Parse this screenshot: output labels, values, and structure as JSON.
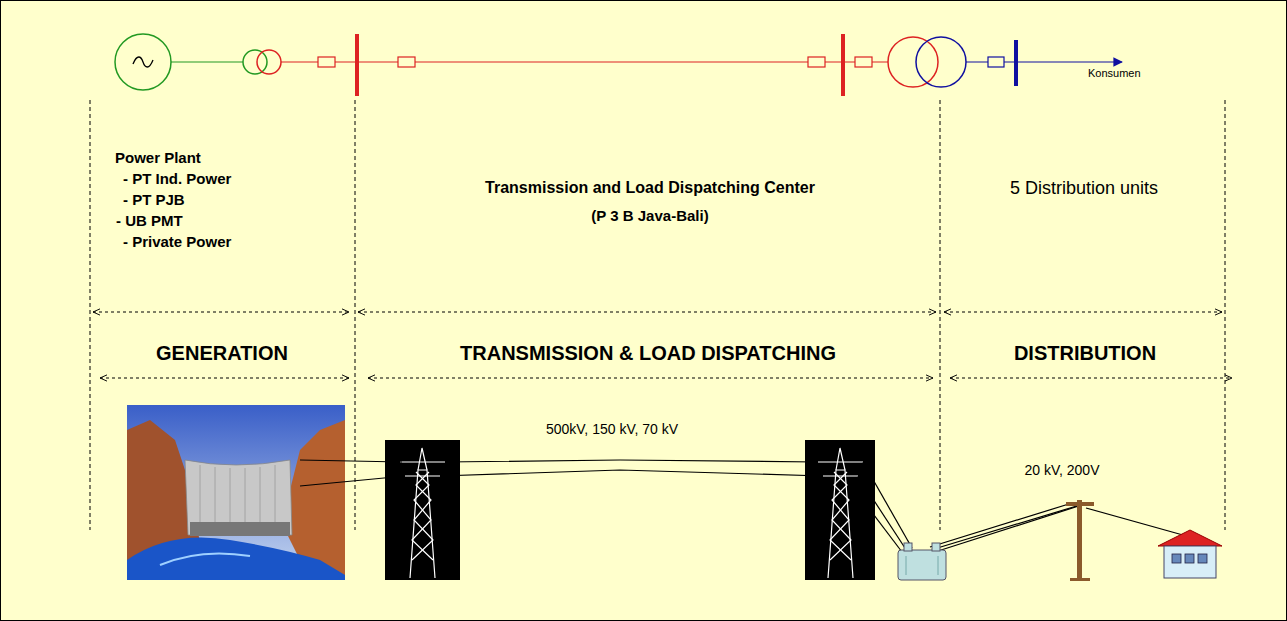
{
  "diagram": {
    "labels": [
      "Konsumen",
      "Power Plant",
      "- PT Ind. Power",
      "- PT PJB",
      "- UB PMT",
      "- Private Power",
      "Transmission and Load Dispatching Center",
      "(P 3 B Java-Bali)",
      "5 Distribution units",
      "GENERATION",
      "TRANSMISSION & LOAD DISPATCHING",
      "DISTRIBUTION",
      "500kV, 150 kV, 70 kV",
      "20 kV, 200V"
    ]
  }
}
